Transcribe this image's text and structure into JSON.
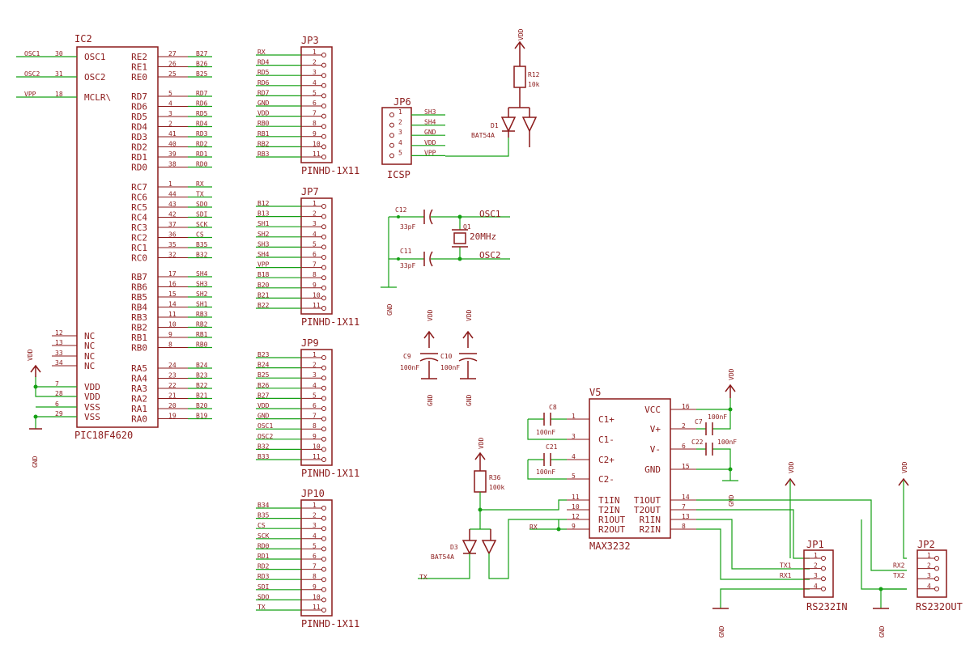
{
  "ic2": {
    "name": "IC2",
    "value": "PIC18F4620",
    "left": [
      {
        "ext": "OSC1",
        "num": "30",
        "name": "OSC1"
      },
      {
        "ext": "OSC2",
        "num": "31",
        "name": "OSC2"
      },
      {
        "ext": "VPP",
        "num": "18",
        "name": "MCLR\\"
      },
      {
        "ext": "",
        "num": "12",
        "name": "NC"
      },
      {
        "ext": "",
        "num": "13",
        "name": "NC"
      },
      {
        "ext": "",
        "num": "33",
        "name": "NC"
      },
      {
        "ext": "",
        "num": "34",
        "name": "NC"
      },
      {
        "ext": "",
        "num": "7",
        "name": "VDD"
      },
      {
        "ext": "",
        "num": "28",
        "name": "VDD"
      },
      {
        "ext": "",
        "num": "6",
        "name": "VSS"
      },
      {
        "ext": "",
        "num": "29",
        "name": "VSS"
      }
    ],
    "right": [
      {
        "name": "RE2",
        "num": "27",
        "net": "B27"
      },
      {
        "name": "RE1",
        "num": "26",
        "net": "B26"
      },
      {
        "name": "RE0",
        "num": "25",
        "net": "B25"
      },
      {
        "name": "RD7",
        "num": "5",
        "net": "RD7"
      },
      {
        "name": "RD6",
        "num": "4",
        "net": "RD6"
      },
      {
        "name": "RD5",
        "num": "3",
        "net": "RD5"
      },
      {
        "name": "RD4",
        "num": "2",
        "net": "RD4"
      },
      {
        "name": "RD3",
        "num": "41",
        "net": "RD3"
      },
      {
        "name": "RD2",
        "num": "40",
        "net": "RD2"
      },
      {
        "name": "RD1",
        "num": "39",
        "net": "RD1"
      },
      {
        "name": "RD0",
        "num": "38",
        "net": "RD0"
      },
      {
        "name": "RC7",
        "num": "1",
        "net": "RX"
      },
      {
        "name": "RC6",
        "num": "44",
        "net": "TX"
      },
      {
        "name": "RC5",
        "num": "43",
        "net": "SDO"
      },
      {
        "name": "RC4",
        "num": "42",
        "net": "SDI"
      },
      {
        "name": "RC3",
        "num": "37",
        "net": "SCK"
      },
      {
        "name": "RC2",
        "num": "36",
        "net": "CS"
      },
      {
        "name": "RC1",
        "num": "35",
        "net": "B35"
      },
      {
        "name": "RC0",
        "num": "32",
        "net": "B32"
      },
      {
        "name": "RB7",
        "num": "17",
        "net": "SH4"
      },
      {
        "name": "RB6",
        "num": "16",
        "net": "SH3"
      },
      {
        "name": "RB5",
        "num": "15",
        "net": "SH2"
      },
      {
        "name": "RB4",
        "num": "14",
        "net": "SH1"
      },
      {
        "name": "RB3",
        "num": "11",
        "net": "RB3"
      },
      {
        "name": "RB2",
        "num": "10",
        "net": "RB2"
      },
      {
        "name": "RB1",
        "num": "9",
        "net": "RB1"
      },
      {
        "name": "RB0",
        "num": "8",
        "net": "RB0"
      },
      {
        "name": "RA5",
        "num": "24",
        "net": "B24"
      },
      {
        "name": "RA4",
        "num": "23",
        "net": "B23"
      },
      {
        "name": "RA3",
        "num": "22",
        "net": "B22"
      },
      {
        "name": "RA2",
        "num": "21",
        "net": "B21"
      },
      {
        "name": "RA1",
        "num": "20",
        "net": "B20"
      },
      {
        "name": "RA0",
        "num": "19",
        "net": "B19"
      }
    ]
  },
  "headers": [
    {
      "name": "JP3",
      "value": "PINHD-1X11",
      "nets": [
        "RX",
        "RD4",
        "RD5",
        "RD6",
        "RD7",
        "GND",
        "VDD",
        "RB0",
        "RB1",
        "RB2",
        "RB3"
      ]
    },
    {
      "name": "JP7",
      "value": "PINHD-1X11",
      "nets": [
        "B12",
        "B13",
        "SH1",
        "SH2",
        "SH3",
        "SH4",
        "VPP",
        "B18",
        "B20",
        "B21",
        "B22"
      ]
    },
    {
      "name": "JP9",
      "value": "PINHD-1X11",
      "nets": [
        "B23",
        "B24",
        "B25",
        "B26",
        "B27",
        "VDD",
        "GND",
        "OSC1",
        "OSC2",
        "B32",
        "B33"
      ]
    },
    {
      "name": "JP10",
      "value": "PINHD-1X11",
      "nets": [
        "B34",
        "B35",
        "CS",
        "SCK",
        "RD0",
        "RD1",
        "RD2",
        "RD3",
        "SDI",
        "SDO",
        "TX"
      ]
    }
  ],
  "jp6": {
    "name": "JP6",
    "value": "ICSP",
    "nets": [
      "SH3",
      "SH4",
      "GND",
      "VDD",
      "VPP"
    ]
  },
  "pin_numbers": [
    "1",
    "2",
    "3",
    "4",
    "5",
    "6",
    "7",
    "8",
    "9",
    "10",
    "11"
  ],
  "r12": {
    "name": "R12",
    "value": "10k"
  },
  "d1": {
    "name": "D1",
    "value": "BAT54A"
  },
  "c12": {
    "name": "C12",
    "value": "33pF"
  },
  "c11": {
    "name": "C11",
    "value": "33pF"
  },
  "q1": {
    "name": "Q1",
    "value": "20MHz"
  },
  "osc_labels": [
    "OSC1",
    "OSC2"
  ],
  "c9": {
    "name": "C9",
    "value": "100nF"
  },
  "c10": {
    "name": "C10",
    "value": "100nF"
  },
  "vdd": "VDD",
  "gnd": "GND",
  "u5": {
    "name": "V5",
    "value": "MAX3232",
    "left": [
      {
        "num": "1",
        "name": "C1+"
      },
      {
        "num": "3",
        "name": "C1-"
      },
      {
        "num": "4",
        "name": "C2+"
      },
      {
        "num": "5",
        "name": "C2-"
      },
      {
        "num": "11",
        "name": "T1IN"
      },
      {
        "num": "10",
        "name": "T2IN"
      },
      {
        "num": "12",
        "name": "R1OUT"
      },
      {
        "num": "9",
        "name": "R2OUT"
      }
    ],
    "right": [
      {
        "num": "16",
        "name": "VCC"
      },
      {
        "num": "2",
        "name": "V+"
      },
      {
        "num": "6",
        "name": "V-"
      },
      {
        "num": "15",
        "name": "GND"
      },
      {
        "num": "14",
        "name": "T1OUT"
      },
      {
        "num": "7",
        "name": "T2OUT"
      },
      {
        "num": "13",
        "name": "R1IN"
      },
      {
        "num": "8",
        "name": "R2IN"
      }
    ]
  },
  "c8": {
    "name": "C8",
    "value": "100nF"
  },
  "c21": {
    "name": "C21",
    "value": "100nF"
  },
  "c7": {
    "name": "C7",
    "value": "100nF"
  },
  "c22": {
    "name": "C22",
    "value": "100nF"
  },
  "r36": {
    "name": "R36",
    "value": "100k"
  },
  "d3": {
    "name": "D3",
    "value": "BAT54A"
  },
  "rx_net": "RX",
  "tx_net": "TX",
  "jp1": {
    "name": "JP1",
    "value": "RS232IN",
    "nets": [
      "",
      "TX1",
      "RX1",
      ""
    ]
  },
  "jp2": {
    "name": "JP2",
    "value": "RS232OUT",
    "nets": [
      "",
      "RX2",
      "TX2",
      ""
    ]
  },
  "colors": {
    "part": "#8b1a1a",
    "wire": "#14a014",
    "background": "#ffffff"
  }
}
